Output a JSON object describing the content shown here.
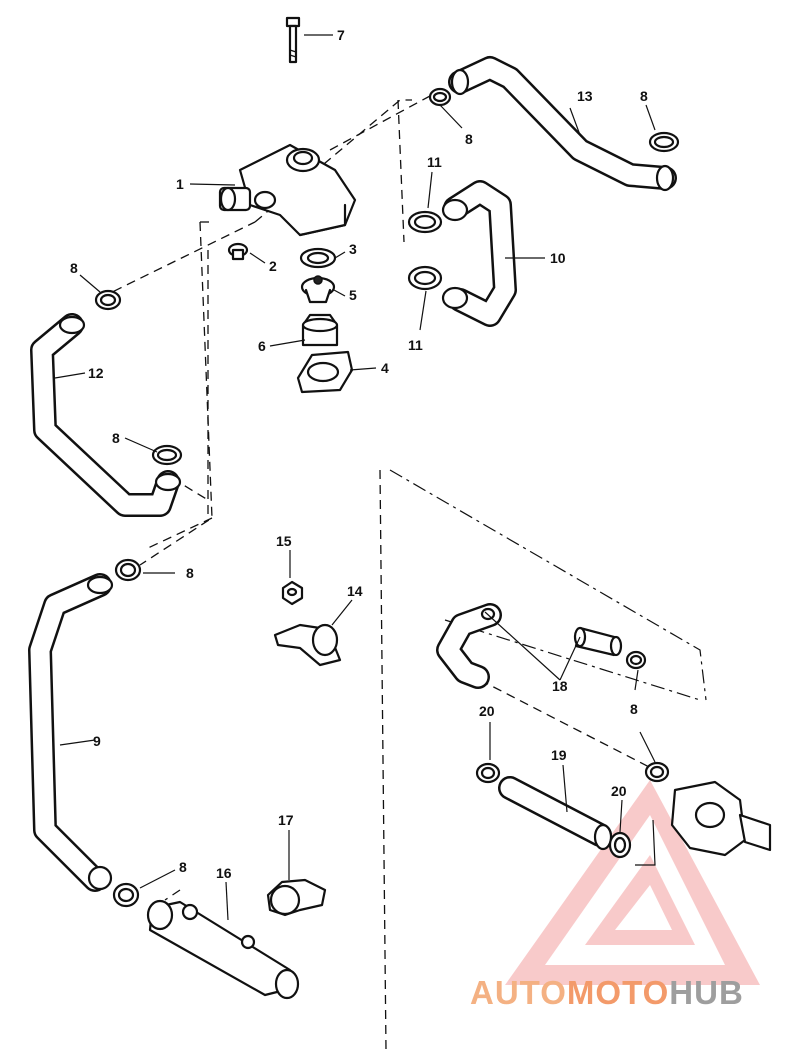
{
  "callouts": [
    {
      "id": "1",
      "label": "1"
    },
    {
      "id": "2",
      "label": "2"
    },
    {
      "id": "3",
      "label": "3"
    },
    {
      "id": "4",
      "label": "4"
    },
    {
      "id": "5",
      "label": "5"
    },
    {
      "id": "6",
      "label": "6"
    },
    {
      "id": "7",
      "label": "7"
    },
    {
      "id": "8",
      "label": "8"
    },
    {
      "id": "9",
      "label": "9"
    },
    {
      "id": "10",
      "label": "10"
    },
    {
      "id": "11",
      "label": "11"
    },
    {
      "id": "12",
      "label": "12"
    },
    {
      "id": "13",
      "label": "13"
    },
    {
      "id": "14",
      "label": "14"
    },
    {
      "id": "15",
      "label": "15"
    },
    {
      "id": "16",
      "label": "16"
    },
    {
      "id": "17",
      "label": "17"
    },
    {
      "id": "18",
      "label": "18"
    },
    {
      "id": "19",
      "label": "19"
    },
    {
      "id": "20",
      "label": "20"
    }
  ],
  "watermark": {
    "part1": "AUTO",
    "part2": "MOTO",
    "part3": "HUB",
    "color_light": "#f4b183",
    "color_mid": "#f39a6a",
    "color_dark": "#9e9e9e",
    "triangle_color": "#f08080"
  }
}
